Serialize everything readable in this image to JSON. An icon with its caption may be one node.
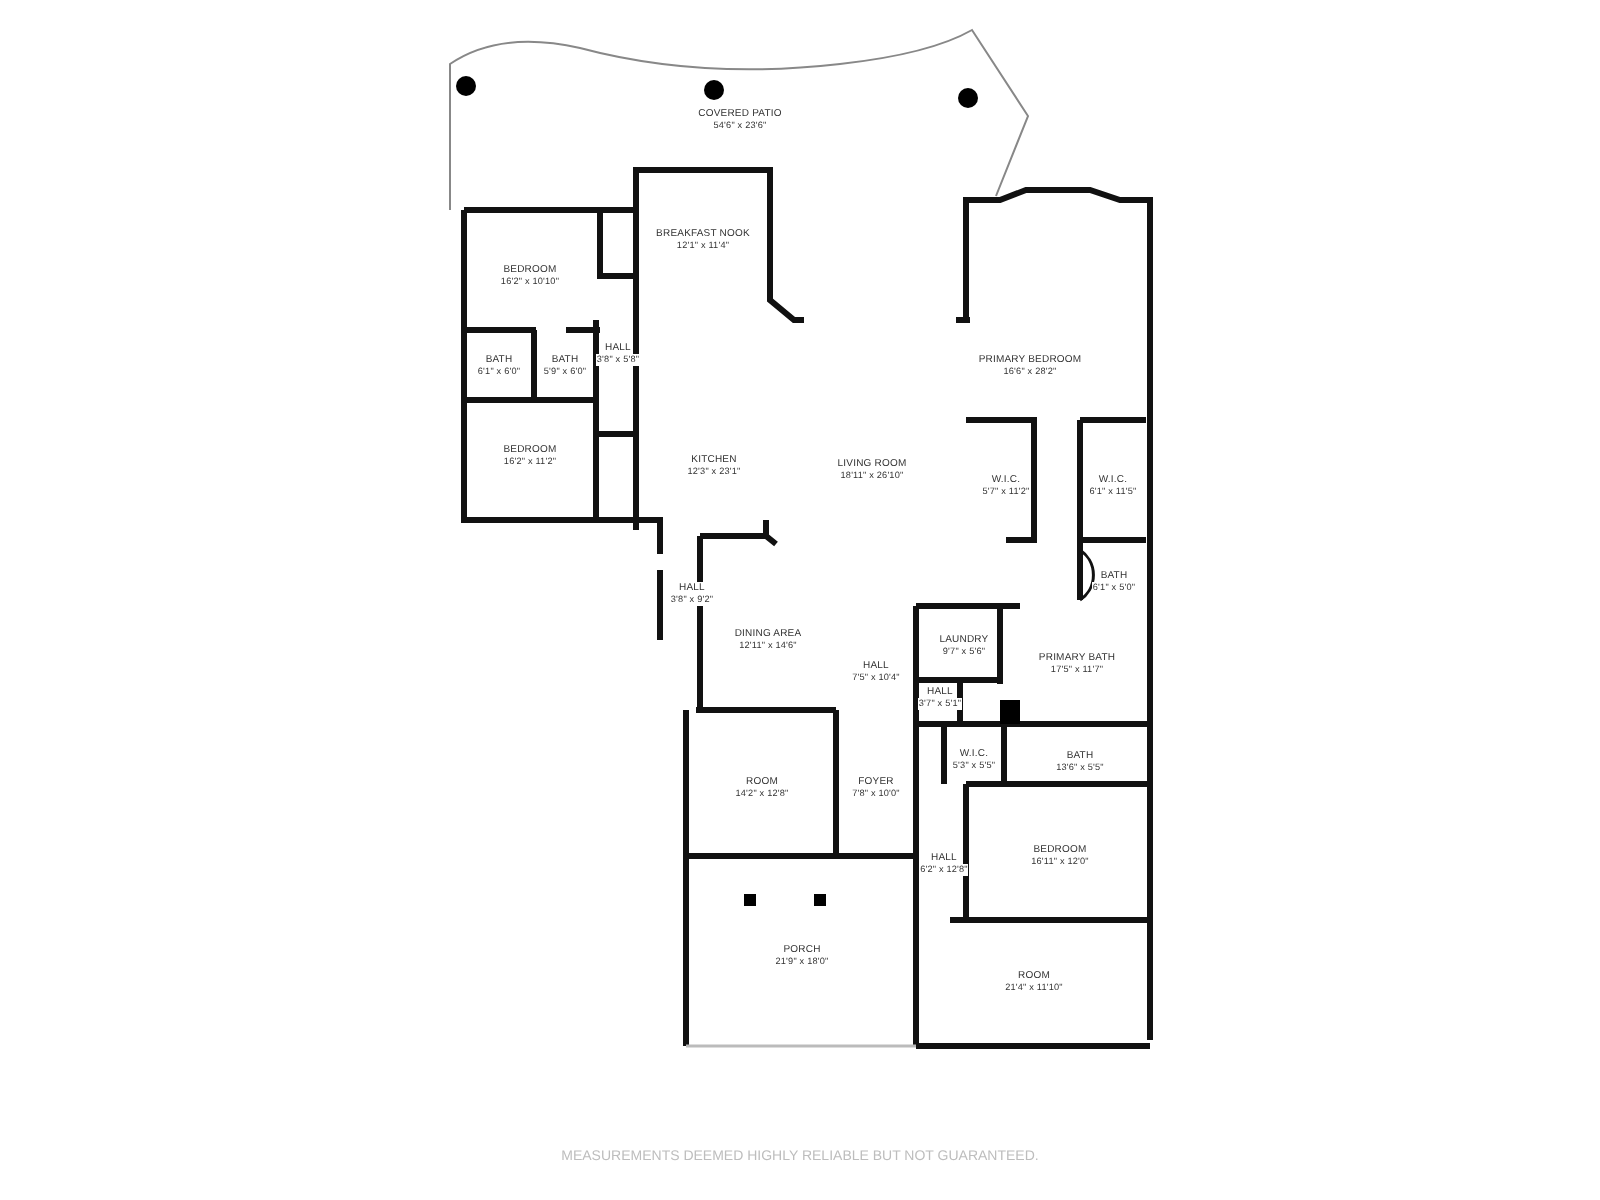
{
  "diagram": {
    "nodes": [
      {
        "text": [
          "COVERED PATIO",
          "54'6\" x 23'6\""
        ]
      },
      {
        "text": [
          "BREAKFAST NOOK",
          "12'1\" x 11'4\""
        ]
      },
      {
        "text": [
          "BEDROOM",
          "16'2\" x 10'10\""
        ]
      },
      {
        "text": [
          "BATH",
          "6'1\" x 6'0\""
        ]
      },
      {
        "text": [
          "BATH",
          "5'9\" x 6'0\""
        ]
      },
      {
        "text": [
          "HALL",
          "3'8\" x 5'8\""
        ]
      },
      {
        "text": [
          "PRIMARY BEDROOM",
          "16'6\" x 28'2\""
        ]
      },
      {
        "text": [
          "BEDROOM",
          "16'2\" x 11'2\""
        ]
      },
      {
        "text": [
          "KITCHEN",
          "12'3\" x 23'1\""
        ]
      },
      {
        "text": [
          "LIVING ROOM",
          "18'11\" x 26'10\""
        ]
      },
      {
        "text": [
          "W.I.C.",
          "5'7\" x 11'2\""
        ]
      },
      {
        "text": [
          "W.I.C.",
          "6'1\" x 11'5\""
        ]
      },
      {
        "text": [
          "HALL",
          "3'8\" x 9'2\""
        ]
      },
      {
        "text": [
          "BATH",
          "6'1\" x 5'0\""
        ]
      },
      {
        "text": [
          "DINING AREA",
          "12'11\" x 14'6\""
        ]
      },
      {
        "text": [
          "HALL",
          "7'5\" x 10'4\""
        ]
      },
      {
        "text": [
          "LAUNDRY",
          "9'7\" x 5'6\""
        ]
      },
      {
        "text": [
          "PRIMARY BATH",
          "17'5\" x 11'7\""
        ]
      },
      {
        "text": [
          "HALL",
          "3'7\" x 5'1\""
        ]
      },
      {
        "text": [
          "ROOM",
          "14'2\" x 12'8\""
        ]
      },
      {
        "text": [
          "FOYER",
          "7'8\" x 10'0\""
        ]
      },
      {
        "text": [
          "W.I.C.",
          "5'3\" x 5'5\""
        ]
      },
      {
        "text": [
          "BATH",
          "13'6\" x 5'5\""
        ]
      },
      {
        "text": [
          "BEDROOM",
          "16'11\" x 12'0\""
        ]
      },
      {
        "text": [
          "HALL",
          "6'2\" x 12'8\""
        ]
      },
      {
        "text": [
          "PORCH",
          "21'9\" x 18'0\""
        ]
      },
      {
        "text": [
          "ROOM",
          "21'4\" x 11'10\""
        ]
      }
    ],
    "labels": [
      "MEASUREMENTS DEEMED HIGHLY RELIABLE BUT NOT GUARANTEED."
    ]
  }
}
